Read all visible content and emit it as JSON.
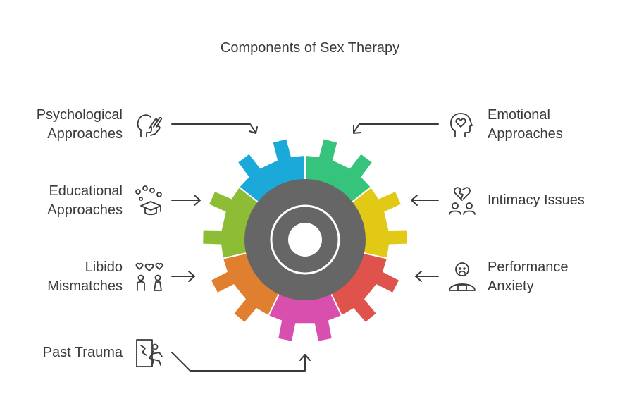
{
  "title": "Components of Sex Therapy",
  "components": [
    {
      "label": "Psychological\nApproaches",
      "icon": "hand-head-icon",
      "color": "#1aa9d8"
    },
    {
      "label": "Emotional\nApproaches",
      "icon": "heart-head-icon",
      "color": "#36c37c"
    },
    {
      "label": "Educational\nApproaches",
      "icon": "graduation-cap-icon",
      "color": "#8dbd35"
    },
    {
      "label": "Intimacy Issues",
      "icon": "broken-heart-couple-icon",
      "color": "#e2c916"
    },
    {
      "label": "Libido\nMismatches",
      "icon": "couple-hearts-icon",
      "color": "#e07f2f"
    },
    {
      "label": "Performance\nAnxiety",
      "icon": "anxious-person-icon",
      "color": "#e0534c"
    },
    {
      "label": "Past Trauma",
      "icon": "trauma-figure-icon",
      "color": "#d94fae"
    }
  ],
  "gear": {
    "ring_color": "#666666",
    "segment_colors": [
      "#1aa9d8",
      "#36c37c",
      "#e2c916",
      "#e0534c",
      "#d94fae",
      "#e07f2f",
      "#8dbd35"
    ]
  }
}
